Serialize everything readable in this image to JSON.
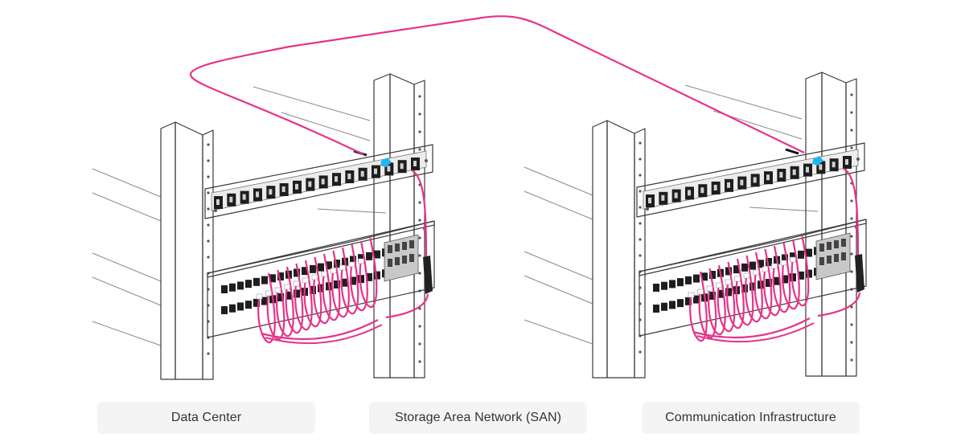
{
  "labels": {
    "data_center": "Data Center",
    "san": "Storage Area Network (SAN)",
    "communication": "Communication Infrastructure"
  },
  "colors": {
    "cable": "#e6338a",
    "connector": "#1fb5f0",
    "rack_line": "#3a3a3a",
    "port_dark": "#1e1e1e",
    "pill_bg": "#f4f4f4"
  },
  "racks": [
    {
      "name": "left-rack",
      "patch_panel_ports": 16,
      "switch_patch_cords": 12
    },
    {
      "name": "right-rack",
      "patch_panel_ports": 16,
      "switch_patch_cords": 12
    }
  ]
}
